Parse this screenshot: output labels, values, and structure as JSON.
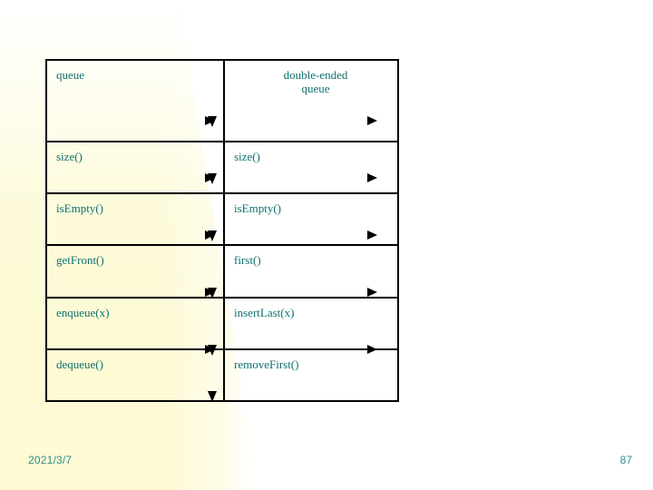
{
  "slide": {
    "background_color": "#ffffff",
    "accent_band_color": "#fdfad4",
    "text_color": "#10706f",
    "header_color": "#1a8b8b",
    "line_color": "#000000"
  },
  "table": {
    "columns": [
      {
        "key": "queue",
        "label": "queue"
      },
      {
        "key": "deque",
        "label": "double-ended\nqueue"
      }
    ],
    "header_left": "queue",
    "header_right_line1": "double-ended",
    "header_right_line2": "queue",
    "rows": [
      {
        "queue": "size()",
        "deque": "size()"
      },
      {
        "queue": "isEmpty()",
        "deque": "isEmpty()"
      },
      {
        "queue": "getFront()",
        "deque": "first()"
      },
      {
        "queue": "enqueue(x)",
        "deque": "insertLast(x)"
      },
      {
        "queue": "dequeue()",
        "deque": "removeFirst()"
      }
    ]
  },
  "footer": {
    "date": "2021/3/7",
    "page_number": "87"
  }
}
